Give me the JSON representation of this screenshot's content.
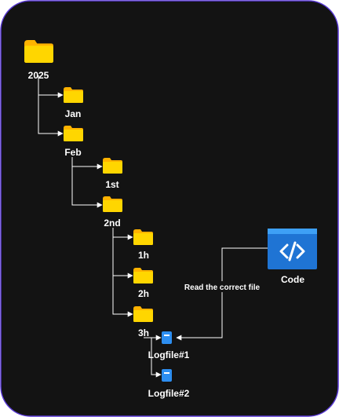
{
  "colors": {
    "background": "#131313",
    "border": "#5b3bd6",
    "folder": "#ffd600",
    "folder_tab": "#ffb300",
    "file": "#2d8ef0",
    "code_tile": "#1f74d4",
    "code_header": "#3ea0f6",
    "connector": "#ffffff"
  },
  "icons": {
    "folder": "folder-icon",
    "file": "file-icon",
    "code": "code-icon"
  },
  "nodes": {
    "year": "2025",
    "jan": "Jan",
    "feb": "Feb",
    "day1": "1st",
    "day2": "2nd",
    "hour1": "1h",
    "hour2": "2h",
    "hour3": "3h",
    "logfile1": "Logfile#1",
    "logfile2": "Logfile#2",
    "code": "Code"
  },
  "edges": {
    "read_label": "Read the correct file"
  }
}
